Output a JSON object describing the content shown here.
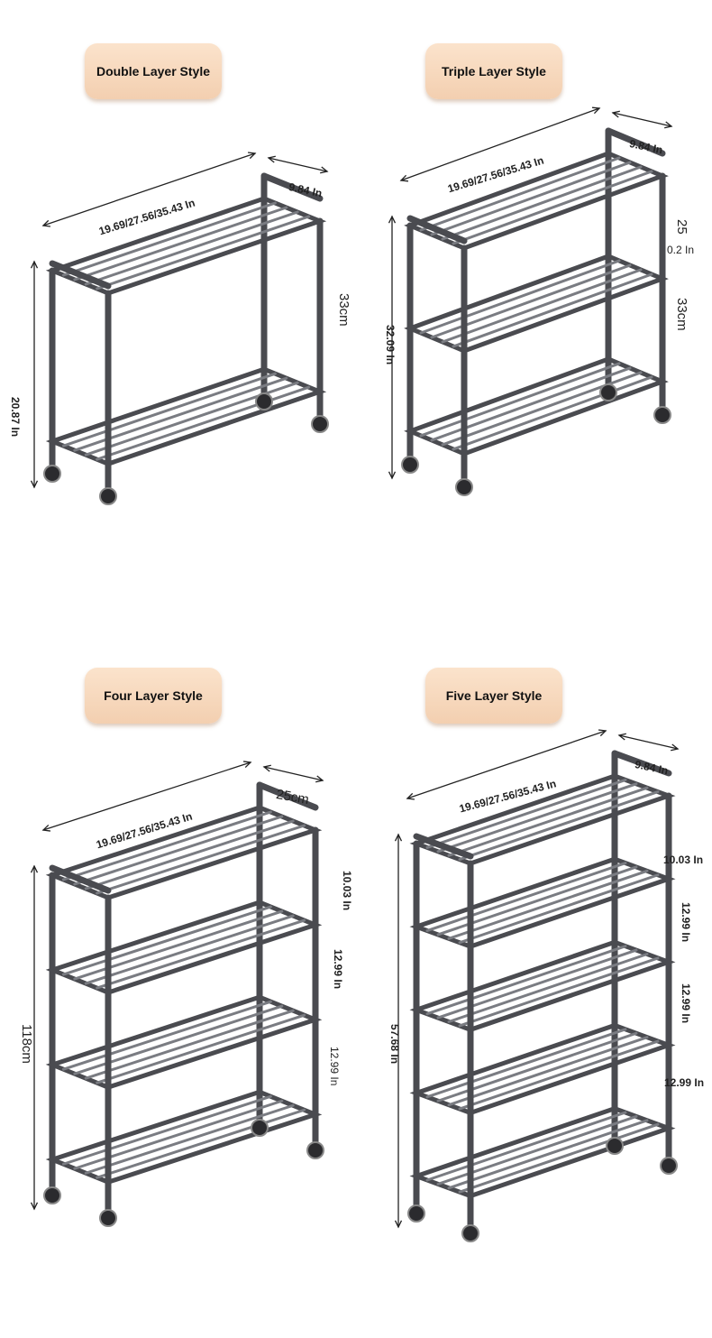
{
  "panels": [
    {
      "title": "Double Layer Style",
      "layers": 2,
      "labels": {
        "length": "19.69/27.56/35.43 In",
        "depth": "9.84 In",
        "height": "20.87 In",
        "spacing": [
          "33cm"
        ]
      }
    },
    {
      "title": "Triple Layer Style",
      "layers": 3,
      "labels": {
        "length": "19.69/27.56/35.43 In",
        "depth": "9.84 In",
        "height": "32.09 In",
        "spacing": [
          "25",
          "0.2 In",
          "33cm"
        ]
      }
    },
    {
      "title": "Four Layer Style",
      "layers": 4,
      "labels": {
        "length": "19.69/27.56/35.43 In",
        "depth": "25cm",
        "height": "118cm",
        "spacing": [
          "10.03 In",
          "12.99 In",
          "12.99 In"
        ]
      }
    },
    {
      "title": "Five Layer Style",
      "layers": 5,
      "labels": {
        "length": "19.69/27.56/35.43 In",
        "depth": "9.84 In",
        "height": "57.68 In",
        "spacing": [
          "10.03 In",
          "12.99 In",
          "12.99 In",
          "12.99 In"
        ]
      }
    }
  ],
  "colors": {
    "frame": "#4a4b50",
    "frame_light": "#7a7c82",
    "badge": "#f6d8bd"
  }
}
